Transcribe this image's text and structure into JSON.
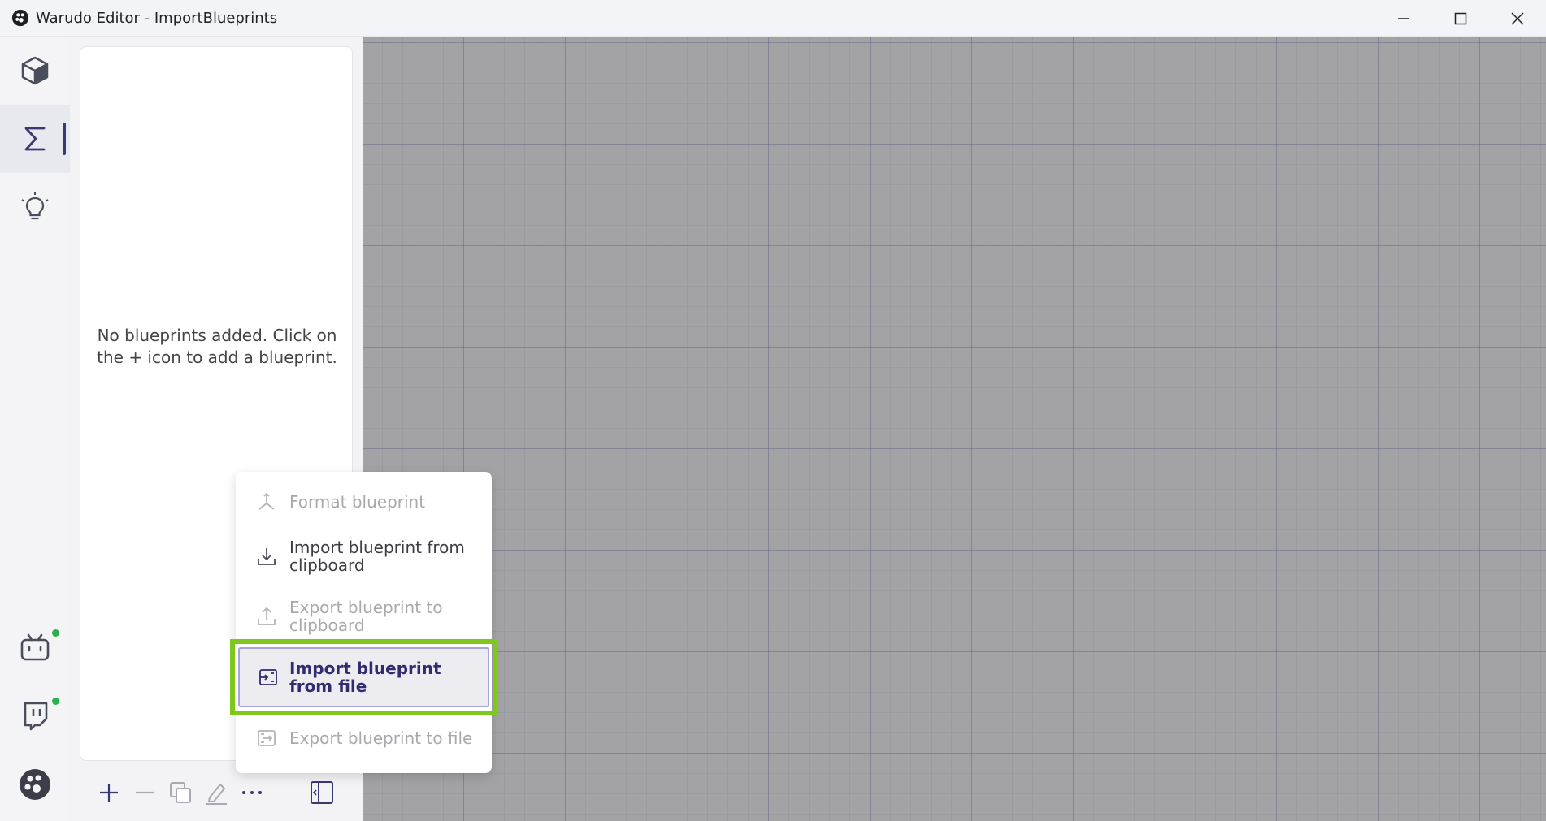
{
  "window": {
    "title": "Warudo Editor - ImportBlueprints"
  },
  "rail": {
    "items": [
      {
        "icon": "cube-icon",
        "active": false
      },
      {
        "icon": "sigma-icon",
        "active": true
      },
      {
        "icon": "lightbulb-icon",
        "active": false
      }
    ],
    "bottom_items": [
      {
        "icon": "bilibili-icon",
        "status": "online"
      },
      {
        "icon": "twitch-icon",
        "status": "online"
      },
      {
        "icon": "warudo-logo-icon"
      }
    ],
    "status_color": "#2bb14a",
    "accent": "#3a3775"
  },
  "panel": {
    "empty_message": "No blueprints added. Click on the + icon to add a blueprint."
  },
  "toolbar": {
    "icons": [
      "plus-icon",
      "minus-icon",
      "duplicate-icon",
      "rename-icon",
      "more-icon",
      "collapse-panel-icon"
    ]
  },
  "menu": {
    "items": [
      {
        "label": "Format blueprint",
        "icon": "format-icon",
        "enabled": false
      },
      {
        "label": "Import blueprint from clipboard",
        "icon": "download-icon",
        "enabled": true
      },
      {
        "label": "Export blueprint to clipboard",
        "icon": "upload-icon",
        "enabled": false
      },
      {
        "label": "Import blueprint from file",
        "icon": "file-import-icon",
        "enabled": true,
        "highlighted": true
      },
      {
        "label": "Export blueprint to file",
        "icon": "file-export-icon",
        "enabled": false
      }
    ],
    "highlight_color": "#7ec81c"
  }
}
